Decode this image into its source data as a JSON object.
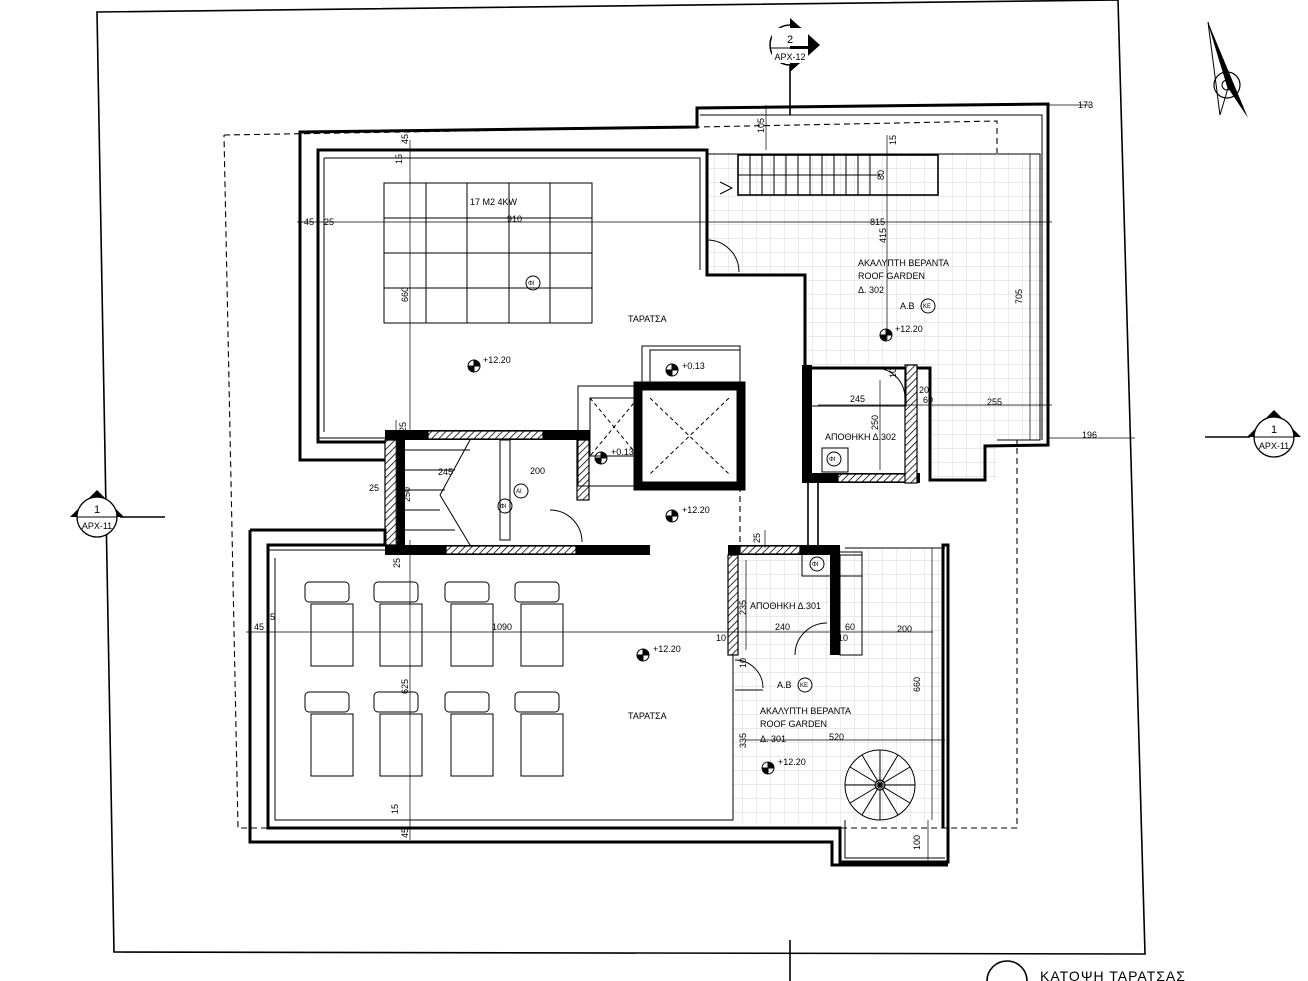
{
  "drawing": {
    "title": "ΚΑΤΟΨΗ ΤΑΡΑΤΣΑΣ",
    "section_marks": [
      {
        "number": "2",
        "sheet": "ΑΡΧ-12"
      },
      {
        "number": "1",
        "sheet": "ΑΡΧ-11"
      },
      {
        "number": "1",
        "sheet": "ΑΡΧ-11"
      }
    ]
  },
  "rooms": {
    "solar_panels": "17 Μ2   4KW",
    "taratsa_top": "ΤΑΡΑΤΣΑ",
    "taratsa_bottom": "ΤΑΡΑΤΣΑ",
    "veranda_302_line1": "ΑΚΑΛΥΠΤΗ ΒΕΡΑΝΤΑ",
    "veranda_302_line2": "ROOF GARDEN",
    "veranda_302_line3": "Δ. 302",
    "veranda_301_line1": "ΑΚΑΛΥΠΤΗ ΒΕΡΑΝΤΑ",
    "veranda_301_line2": "ROOF GARDEN",
    "veranda_301_line3": "Δ. 301",
    "storage_302": "ΑΠΟΘΗΚΗ Δ.302",
    "storage_301": "ΑΠΟΘΗΚΗ Δ.301",
    "ab_302": "Α.Β",
    "ab_301": "Α.Β"
  },
  "symbols": {
    "ke": "ΚΕ",
    "fi": "ΦΙ",
    "ai": "ΑΙ"
  },
  "levels": {
    "top_roof": "+12.20",
    "garden_302": "+12.20",
    "shaft_top": "+0.13",
    "shaft_left": "+0.13",
    "center": "+12.20",
    "bottom_roof": "+12.20",
    "garden_301": "+12.20"
  },
  "dimensions": {
    "d173": "173",
    "d105": "105",
    "d15a": "15",
    "d15b": "15",
    "d80": "80",
    "d45a": "45",
    "d15c": "15",
    "d45b": "45",
    "d25a": "25",
    "d910": "910",
    "d815": "815",
    "d415": "415",
    "d660a": "660",
    "d705": "705",
    "d10a": "10",
    "d20": "20",
    "d60a": "60",
    "d245": "245",
    "d250a": "250",
    "d255": "255",
    "d196": "196",
    "d25b": "25",
    "d250b": "250",
    "d200a": "200",
    "d25c": "25",
    "d25d": "25",
    "d25e": "25",
    "d45c": "45",
    "d5": "5",
    "d1090": "1090",
    "d235": "235",
    "d10b": "10",
    "d240": "240",
    "d60b": "60",
    "d10c": "10",
    "d200b": "200",
    "d10d": "10",
    "d660b": "660",
    "d625": "625",
    "d335": "335",
    "d520": "520",
    "d15d": "15",
    "d45d": "45",
    "d100": "100",
    "d245b": "245"
  },
  "colors": {
    "line": "#000000",
    "grid": "#c8c8c8",
    "background": "#ffffff"
  }
}
